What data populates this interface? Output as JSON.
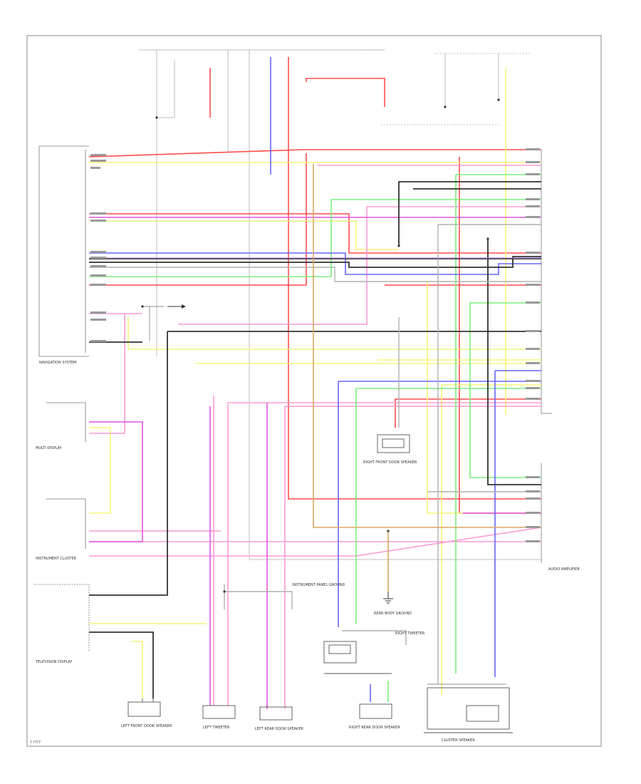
{
  "diagram": {
    "corner_label": "? ????",
    "components": {
      "navigation_system": "NAVIGATION SYSTEM",
      "multi_display": "MULTI DISPLAY",
      "instrument_cluster": "INSTRUMENT CLUSTER",
      "television_display": "TELEVISION DISPLAY",
      "amplifier": "AUDIO AMPLIFIER",
      "left_front_door_speaker": "LEFT FRONT DOOR SPEAKER",
      "left_tweeter": "LEFT TWEETER",
      "left_rear_door_speaker": "LEFT REAR DOOR SPEAKER",
      "right_rear_door_speaker": "RIGHT REAR DOOR SPEAKER",
      "cluster_speaker": "CLUSTER SPEAKER",
      "right_front_door_speaker": "RIGHT FRONT DOOR SPEAKER",
      "right_tweeter": "RIGHT TWEETER",
      "rear_body_ground": "REAR BODY GROUND",
      "instrument_panel_ground": "INSTRUMENT PANEL GROUND"
    },
    "wire_colors": {
      "red": "#ff4d4d",
      "yellow": "#f5f57a",
      "pink": "#ff9ad5",
      "magenta": "#e055e0",
      "green": "#7bf07b",
      "blue": "#6666ff",
      "black": "#333333",
      "gray": "#b0b0b0",
      "orange": "#d9a860",
      "violet": "#b066d8"
    }
  }
}
